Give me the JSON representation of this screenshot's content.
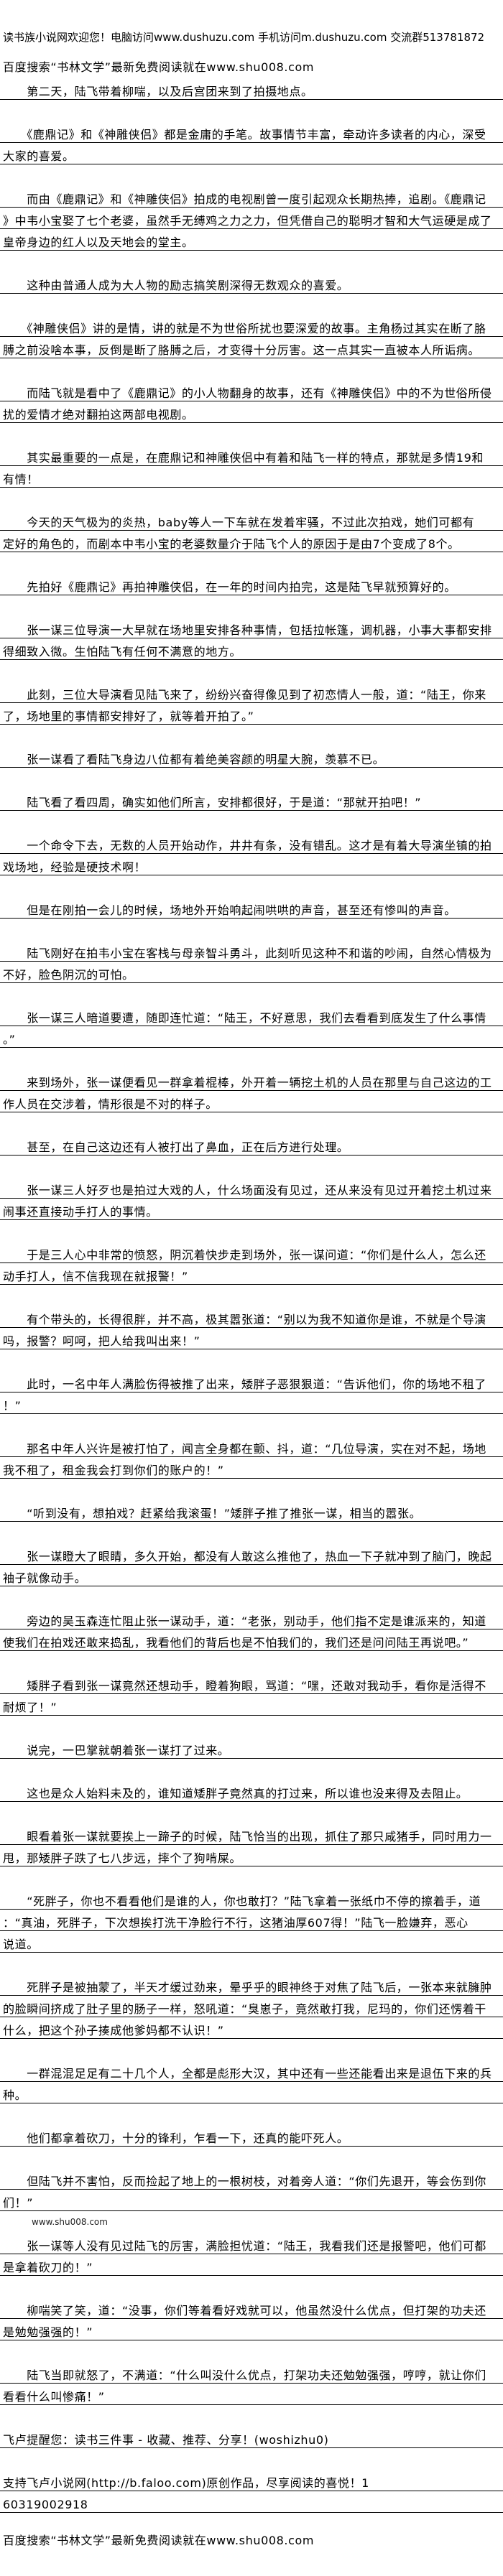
{
  "header": {
    "site_welcome": "读书族小说网欢迎您！电脑访问www.dushuzu.com 手机访问m.dushuzu.com 交流群513781872",
    "search_tip": "百度搜索“书林文学”最新免费阅读就在www.shu008.com"
  },
  "paragraphs": [
    {
      "lines": [
        "　　第二天，陆飞带着柳喘，以及后宫团来到了拍摄地点。"
      ]
    },
    {
      "lines": [
        "　　《鹿鼎记》和《神雕侠侣》都是金庸的手笔。故事情节丰富，牵动许多读者的内心，深受",
        "大家的喜爱。"
      ]
    },
    {
      "lines": [
        "　　而由《鹿鼎记》和《神雕侠侣》拍成的电视剧曾一度引起观众长期热捧，追剧。《鹿鼎记",
        "》中韦小宝娶了七个老婆，虽然手无缚鸡之力之力，但凭借自己的聪明才智和大气运硬是成了",
        "皇帝身边的红人以及天地会的堂主。"
      ]
    },
    {
      "lines": [
        "　　这种由普通人成为大人物的励志搞笑剧深得无数观众的喜爱。"
      ]
    },
    {
      "lines": [
        "　　《神雕侠侣》讲的是情，讲的就是不为世俗所扰也要深爱的故事。主角杨过其实在断了胳",
        "膊之前没啥本事，反倒是断了胳膊之后，才变得十分厉害。这一点其实一直被本人所诟病。"
      ]
    },
    {
      "lines": [
        "　　而陆飞就是看中了《鹿鼎记》的小人物翻身的故事，还有《神雕侠侣》中的不为世俗所侵",
        "扰的爱情才绝对翻拍这两部电视剧。"
      ]
    },
    {
      "lines": [
        "　　其实最重要的一点是，在鹿鼎记和神雕侠侣中有着和陆飞一样的特点，那就是多情19和",
        "有情！"
      ]
    },
    {
      "lines": [
        "　　今天的天气极为的炎热，baby等人一下车就在发着牢骚，不过此次拍戏，她们可都有",
        "定好的角色的，而剧本中韦小宝的老婆数量介于陆飞个人的原因于是由7个变成了8个。"
      ]
    },
    {
      "lines": [
        "　　先拍好《鹿鼎记》再拍神雕侠侣，在一年的时间内拍完，这是陆飞早就预算好的。"
      ]
    },
    {
      "lines": [
        "　　张一谋三位导演一大早就在场地里安排各种事情，包括拉帐篷，调机器，小事大事都安排",
        "得细致入微。生怕陆飞有任何不满意的地方。"
      ]
    },
    {
      "lines": [
        "　　此刻，三位大导演看见陆飞来了，纷纷兴奋得像见到了初恋情人一般，道：“陆王，你来",
        "了，场地里的事情都安排好了，就等着开拍了。”"
      ]
    },
    {
      "lines": [
        "　　张一谋看了看陆飞身边八位都有着绝美容颜的明星大腕，羡慕不已。"
      ]
    },
    {
      "lines": [
        "　　陆飞看了看四周，确实如他们所言，安排都很好，于是道：“那就开拍吧！”"
      ]
    },
    {
      "lines": [
        "　　一个命令下去，无数的人员开始动作，井井有条，没有错乱。这才是有着大导演坐镇的拍",
        "戏场地，经验是硬技术啊！"
      ]
    },
    {
      "lines": [
        "　　但是在刚拍一会儿的时候，场地外开始响起闹哄哄的声音，甚至还有惨叫的声音。"
      ]
    },
    {
      "lines": [
        "　　陆飞刚好在拍韦小宝在客栈与母亲智斗勇斗，此刻听见这种不和谐的吵闹，自然心情极为",
        "不好，脸色阴沉的可怕。"
      ]
    },
    {
      "lines": [
        "　　张一谋三人暗道要遭，随即连忙道：“陆王，不好意思，我们去看看到底发生了什么事情",
        "。”"
      ]
    },
    {
      "lines": [
        "　　来到场外，张一谋便看见一群拿着棍棒，外开着一辆挖土机的人员在那里与自己这边的工",
        "作人员在交涉着，情形很是不对的样子。"
      ]
    },
    {
      "lines": [
        "　　甚至，在自己这边还有人被打出了鼻血，正在后方进行处理。"
      ]
    },
    {
      "lines": [
        "　　张一谋三人好歹也是拍过大戏的人，什么场面没有见过，还从来没有见过开着挖土机过来",
        "闹事还直接动手打人的事情。"
      ]
    },
    {
      "lines": [
        "　　于是三人心中非常的愤怒，阴沉着快步走到场外，张一谋问道：“你们是什么人，怎么还",
        "动手打人，信不信我现在就报警！”"
      ]
    },
    {
      "lines": [
        "　　有个带头的，长得很胖，并不高，极其嚣张道：“别以为我不知道你是谁，不就是个导演",
        "吗，报警？呵呵，把人给我叫出来！”"
      ]
    },
    {
      "lines": [
        "　　此时，一名中年人满脸伤得被推了出来，矮胖子恶狠狠道：“告诉他们，你的场地不租了",
        "！”"
      ]
    },
    {
      "lines": [
        "　　那名中年人兴许是被打怕了，闻言全身都在颤、抖，道：“几位导演，实在对不起，场地",
        "我不租了，租金我会打到你们的账户的！”"
      ]
    },
    {
      "lines": [
        "　　“听到没有，想拍戏？赶紧给我滚蛋！”矮胖子推了推张一谋，相当的嚣张。"
      ]
    },
    {
      "lines": [
        "　　张一谋瞪大了眼睛，多久开始，都没有人敢这么推他了，热血一下子就冲到了脑门，晚起",
        "袖子就像动手。"
      ]
    },
    {
      "lines": [
        "　　旁边的吴玉森连忙阻止张一谋动手，道：“老张，别动手，他们指不定是谁派来的，知道",
        "使我们在拍戏还敢来捣乱，我看他们的背后也是不怕我们的，我们还是问问陆王再说吧。”"
      ]
    },
    {
      "lines": [
        "　　矮胖子看到张一谋竟然还想动手，瞪着狗眼，骂道：“嘿，还敢对我动手，看你是活得不",
        "耐烦了！”"
      ]
    },
    {
      "lines": [
        "　　说完，一巴掌就朝着张一谋打了过来。"
      ]
    },
    {
      "lines": [
        "　　这也是众人始料未及的，谁知道矮胖子竟然真的打过来，所以谁也没来得及去阻止。"
      ]
    },
    {
      "lines": [
        "　　眼看着张一谋就要挨上一蹄子的时候，陆飞恰当的出现，抓住了那只咸猪手，同时用力一",
        "甩，那矮胖子跌了七八步远，摔个了狗啃屎。"
      ]
    },
    {
      "lines": [
        "　　“死胖子，你也不看看他们是谁的人，你也敢打？”陆飞拿着一张纸巾不停的擦着手，道",
        "：“真油，死胖子，下次想挨打洗干净脸行不行，这猪油厚607得！”陆飞一脸嫌弃，恶心",
        "说道。"
      ]
    },
    {
      "lines": [
        "　　死胖子是被抽蒙了，半天才缓过劲来，晕乎乎的眼神终于对焦了陆飞后，一张本来就臃肿",
        "的脸瞬间挤成了肚子里的肠子一样，怒吼道：“臭崽子，竟然敢打我，尼玛的，你们还愣着干",
        "什么，把这个孙子揍成他爹妈都不认识！”"
      ]
    },
    {
      "lines": [
        "　　一群混混足足有二十几个人，全都是彪形大汉，其中还有一些还能看出来是退伍下来的兵",
        "种。"
      ]
    },
    {
      "lines": [
        "　　他们都拿着砍刀，十分的锋利，乍看一下，还真的能吓死人。"
      ]
    },
    {
      "lines": [
        "　　但陆飞并不害怕，反而捡起了地上的一根树枝，对着旁人道：“你们先退开，等会伤到你",
        "们！”"
      ],
      "after_note": "www.shu008.com"
    },
    {
      "lines": [
        "　　张一谋等人没有见过陆飞的厉害，满脸担忧道：“陆王，我看我们还是报警吧，他们可都",
        "是拿着砍刀的！”"
      ]
    },
    {
      "lines": [
        "　　柳喘笑了笑，道：“没事，你们等着看好戏就可以，他虽然没什么优点，但打架的功夫还",
        "是勉勉强强的！”"
      ]
    },
    {
      "lines": [
        "　　陆飞当即就怒了，不满道：“什么叫没什么优点，打架功夫还勉勉强强，哼哼，就让你们",
        "看看什么叫惨痛！”"
      ]
    },
    {
      "lines": [
        "飞卢提醒您：读书三件事 - 收藏、推荐、分享！(woshizhu0)"
      ]
    },
    {
      "lines": [
        "支持飞卢小说网(http://b.faloo.com)原创作品，尽享阅读的喜悦！1",
        "60319002918"
      ]
    }
  ],
  "footer": {
    "search_tip": "百度搜索“书林文学”最新免费阅读就在www.shu008.com"
  }
}
